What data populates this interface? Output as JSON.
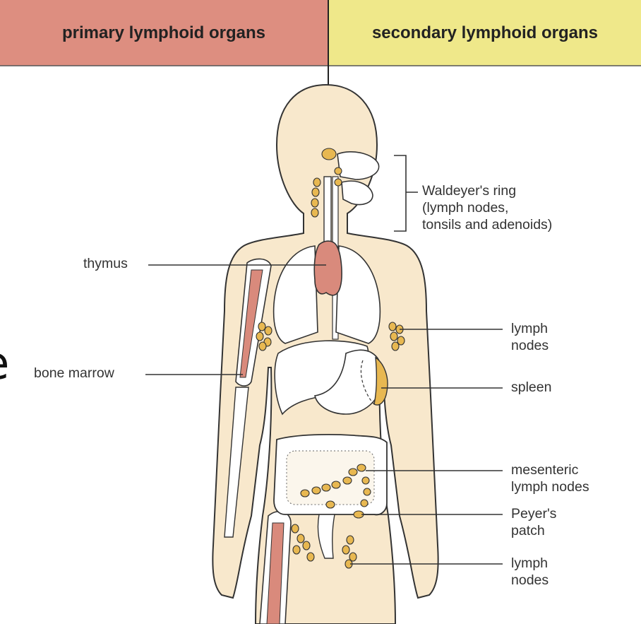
{
  "header": {
    "primary_label": "primary lymphoid organs",
    "secondary_label": "secondary lymphoid organs",
    "primary_color": "#dd8e80",
    "secondary_color": "#efe88a"
  },
  "stray_glyph": "e",
  "labels": {
    "thymus": "thymus",
    "bone_marrow": "bone marrow",
    "waldeyer_line1": "Waldeyer's ring",
    "waldeyer_line2": "(lymph nodes,",
    "waldeyer_line3": "tonsils and adenoids)",
    "axillary_line1": "lymph",
    "axillary_line2": "nodes",
    "spleen": "spleen",
    "mesenteric_line1": "mesenteric",
    "mesenteric_line2": "lymph nodes",
    "peyers_line1": "Peyer's",
    "peyers_line2": "patch",
    "inguinal_line1": "lymph",
    "inguinal_line2": "nodes"
  },
  "colors": {
    "body_fill": "#f8e8cc",
    "primary_organ": "#d98a7c",
    "lymph_node": "#e8b851",
    "outline": "#333333"
  }
}
